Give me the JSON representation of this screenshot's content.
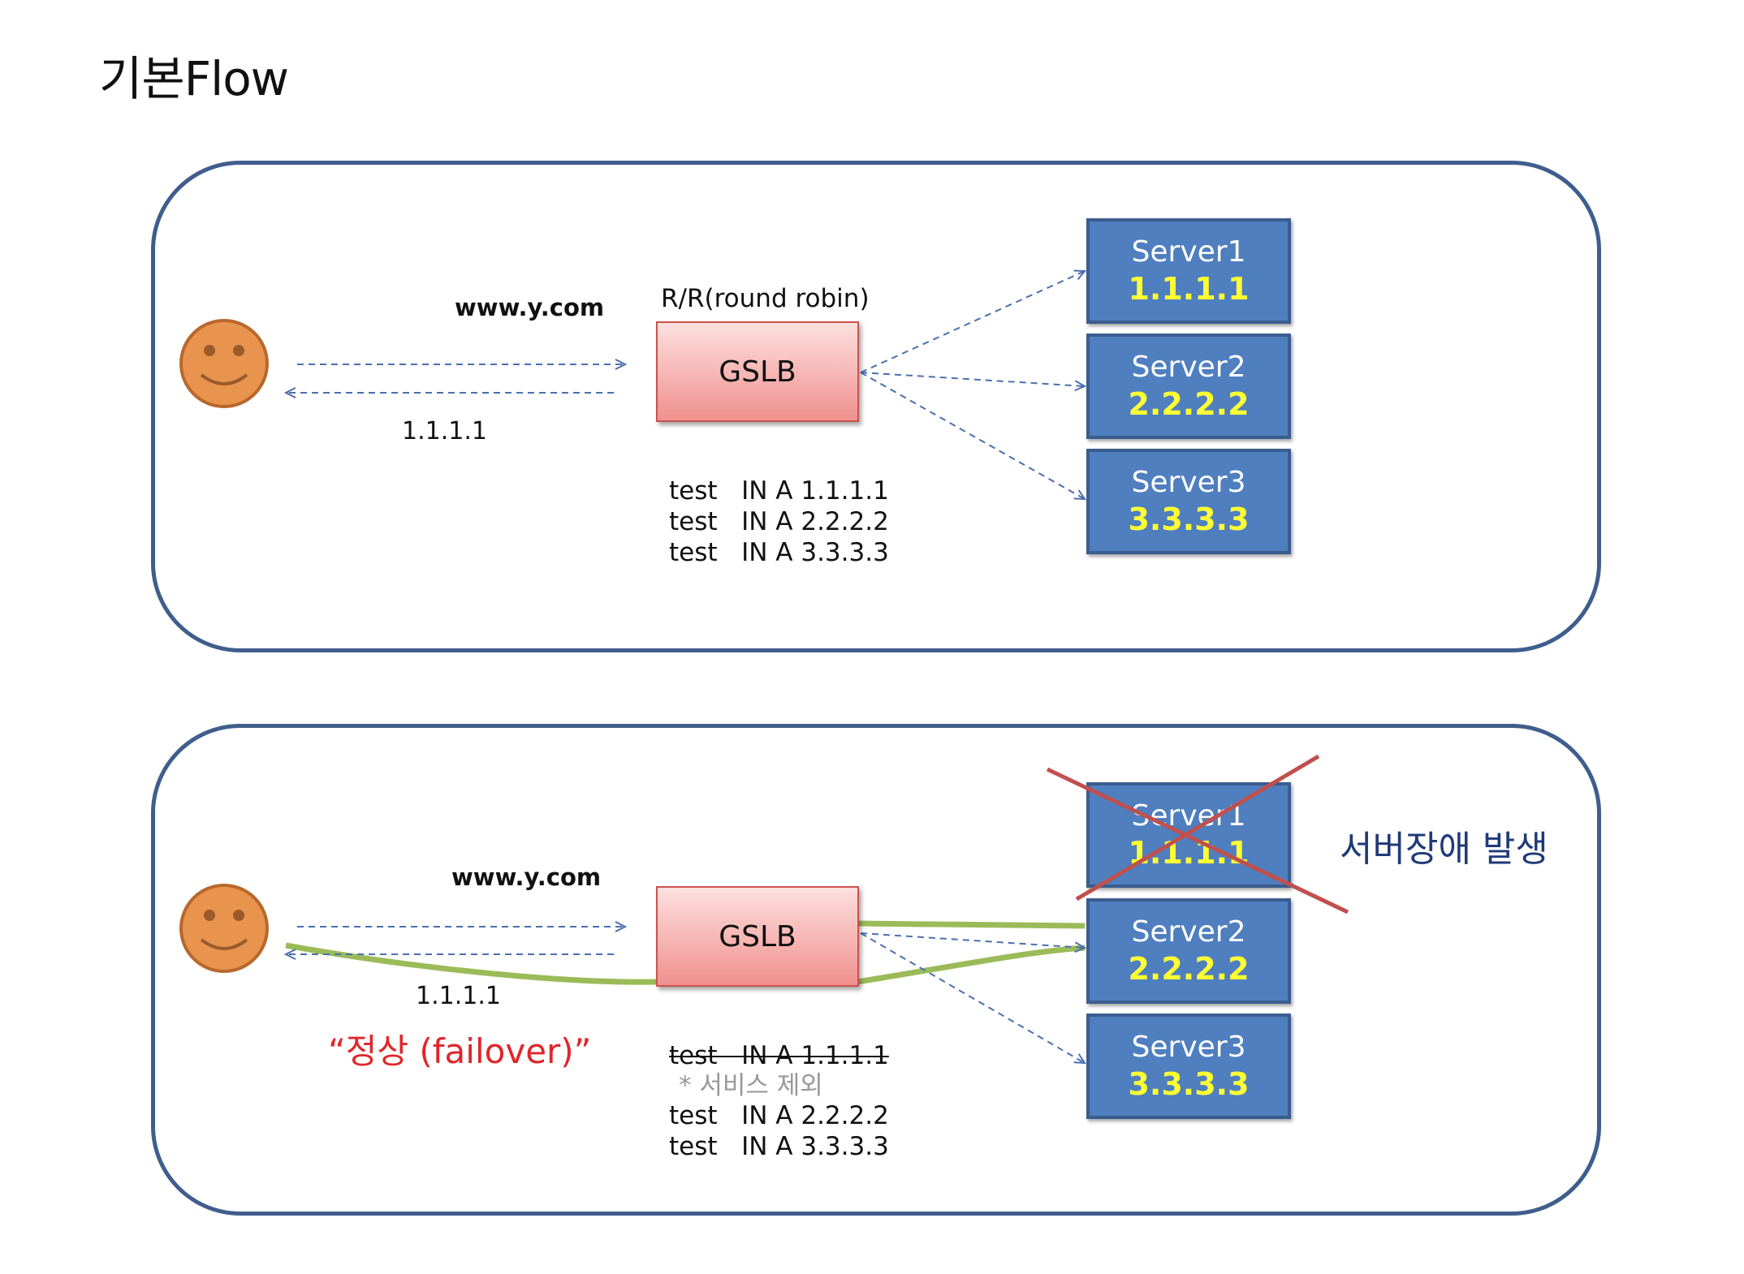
{
  "title": "기본Flow",
  "panel1": {
    "domain_label": "www.y.com",
    "response_ip": "1.1.1.1",
    "policy_label": "R/R(round robin)",
    "gslb_label": "GSLB",
    "records": [
      "test   IN A 1.1.1.1",
      "test   IN A 2.2.2.2",
      "test   IN A 3.3.3.3"
    ],
    "servers": [
      {
        "name": "Server1",
        "ip": "1.1.1.1"
      },
      {
        "name": "Server2",
        "ip": "2.2.2.2"
      },
      {
        "name": "Server3",
        "ip": "3.3.3.3"
      }
    ]
  },
  "panel2": {
    "domain_label": "www.y.com",
    "response_ip": "1.1.1.1",
    "gslb_label": "GSLB",
    "failover_label": "“정상 (failover)”",
    "fault_label": "서버장애 발생",
    "removed_record": "test   IN A 1.1.1.1",
    "removed_note": "* 서비스 제외",
    "records": [
      "test   IN A 2.2.2.2",
      "test   IN A 3.3.3.3"
    ],
    "servers": [
      {
        "name": "Server1",
        "ip": "1.1.1.1"
      },
      {
        "name": "Server2",
        "ip": "2.2.2.2"
      },
      {
        "name": "Server3",
        "ip": "3.3.3.3"
      }
    ]
  },
  "colors": {
    "panel_border": "#3f5e8c",
    "server_fill": "#4f7fbf",
    "server_ip": "#ffff33",
    "arrow": "#4a6fb0",
    "failover_path": "#9bbb59",
    "cross": "#c0504d",
    "failover_text": "#e0262a",
    "fault_text": "#1f3a78"
  }
}
